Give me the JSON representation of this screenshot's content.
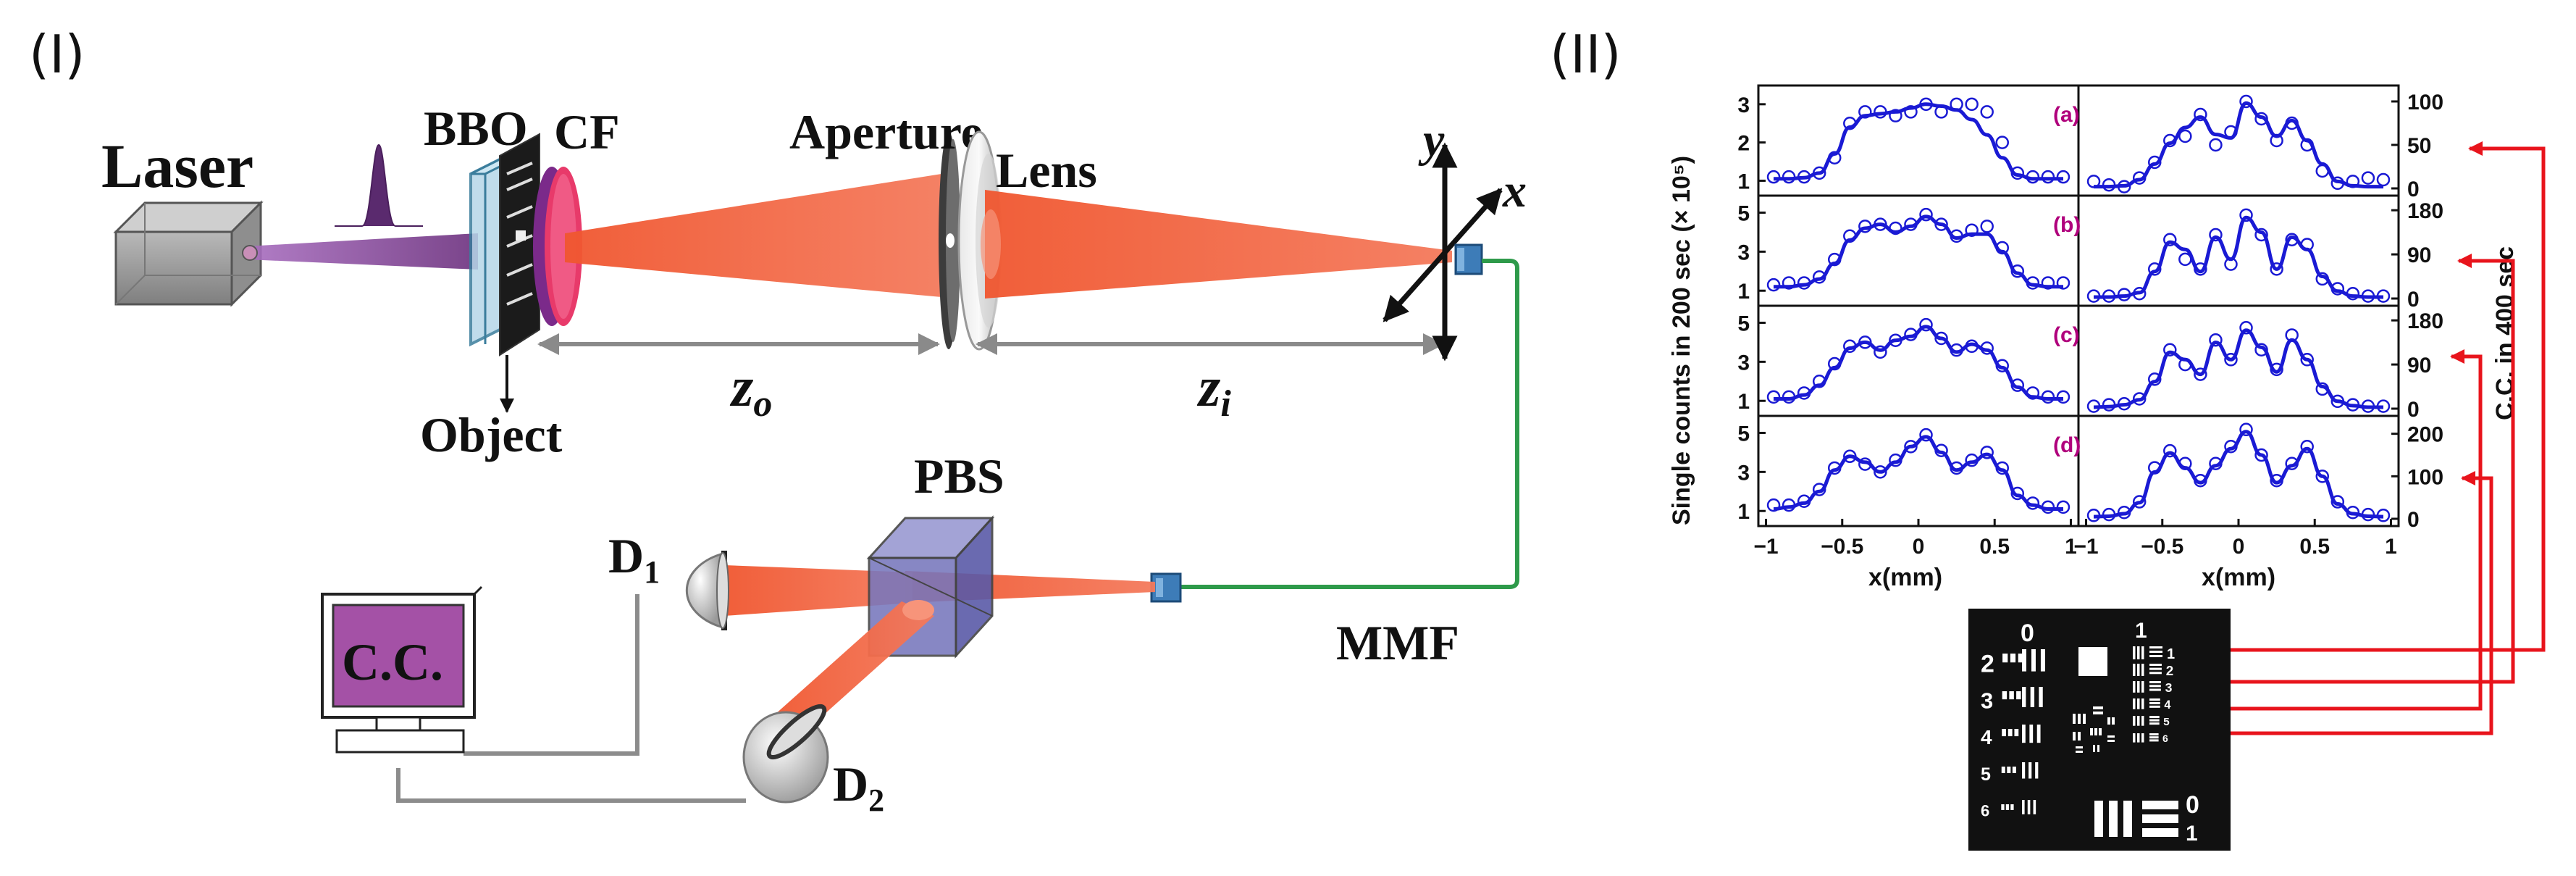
{
  "panel_labels": {
    "setup": "(I)",
    "plots": "(II)"
  },
  "setup": {
    "laser": "Laser",
    "bbo": "BBO",
    "cf": "CF",
    "aperture": "Aperture",
    "lens": "Lens",
    "object": "Object",
    "z_o": "z",
    "z_o_sub": "o",
    "z_i": "z",
    "z_i_sub": "i",
    "y_axis": "y",
    "x_axis": "x",
    "pbs": "PBS",
    "d1": "D",
    "d1_sub": "1",
    "d2": "D",
    "d2_sub": "2",
    "cc": "C.C.",
    "mmf": "MMF",
    "colors": {
      "beam": "#f26a4b",
      "pump": "#7a3f8c",
      "fiber": "#2e9a4a",
      "cube": "#6f6fb8",
      "cc_screen": "#a451a6"
    }
  },
  "plots": {
    "ylabel_left": "Single counts in 200 sec (× 10⁵)",
    "ylabel_right": "C.C. in 400 sec",
    "xlabel_left": "x(mm)",
    "xlabel_right": "x(mm)",
    "xticks_left": [
      "−1",
      "−0.5",
      "0",
      "0.5",
      "1"
    ],
    "xticks_right": [
      "−1",
      "−0.5",
      "0",
      "0.5",
      "1"
    ],
    "rows": [
      {
        "label": "(a)",
        "left_ticks": [
          "1",
          "2",
          "3"
        ],
        "right_ticks": [
          "0",
          "50",
          "100"
        ]
      },
      {
        "label": "(b)",
        "left_ticks": [
          "1",
          "3",
          "5"
        ],
        "right_ticks": [
          "0",
          "90",
          "180"
        ]
      },
      {
        "label": "(c)",
        "left_ticks": [
          "1",
          "3",
          "5"
        ],
        "right_ticks": [
          "0",
          "90",
          "180"
        ]
      },
      {
        "label": "(d)",
        "left_ticks": [
          "1",
          "3",
          "5"
        ],
        "right_ticks": [
          "0",
          "100",
          "200"
        ]
      }
    ],
    "colors": {
      "fit": "#1a1ad4",
      "data": "#1a1ad4",
      "arrow": "#e8141c",
      "target_bg": "#111111"
    }
  },
  "chart_data": [
    {
      "type": "line",
      "panel": "(a) single counts",
      "x": [
        -0.95,
        -0.85,
        -0.75,
        -0.65,
        -0.55,
        -0.45,
        -0.35,
        -0.25,
        -0.15,
        -0.05,
        0.05,
        0.15,
        0.25,
        0.35,
        0.45,
        0.55,
        0.65,
        0.75,
        0.85,
        0.95
      ],
      "data": [
        1.1,
        1.1,
        1.1,
        1.2,
        1.6,
        2.5,
        2.8,
        2.8,
        2.7,
        2.8,
        3.0,
        2.8,
        3.0,
        3.0,
        2.8,
        2.0,
        1.2,
        1.1,
        1.1,
        1.1
      ],
      "fit": [
        1.05,
        1.05,
        1.08,
        1.2,
        1.7,
        2.4,
        2.7,
        2.75,
        2.8,
        2.9,
        3.0,
        2.95,
        2.85,
        2.6,
        2.2,
        1.6,
        1.15,
        1.05,
        1.05,
        1.05
      ],
      "ylim": [
        0.8,
        3.3
      ]
    },
    {
      "type": "line",
      "panel": "(a) coincidence counts",
      "x": [
        -0.95,
        -0.85,
        -0.75,
        -0.65,
        -0.55,
        -0.45,
        -0.35,
        -0.25,
        -0.15,
        -0.05,
        0.05,
        0.15,
        0.25,
        0.35,
        0.45,
        0.55,
        0.65,
        0.75,
        0.85,
        0.95
      ],
      "data": [
        8,
        4,
        2,
        12,
        30,
        55,
        60,
        85,
        50,
        65,
        100,
        80,
        55,
        75,
        50,
        20,
        6,
        8,
        12,
        10
      ],
      "fit": [
        2,
        2,
        3,
        10,
        28,
        52,
        70,
        82,
        62,
        58,
        98,
        82,
        60,
        78,
        55,
        28,
        8,
        3,
        2,
        2
      ],
      "ylim": [
        0,
        110
      ]
    },
    {
      "type": "line",
      "panel": "(b) single counts",
      "x": [
        -0.95,
        -0.85,
        -0.75,
        -0.65,
        -0.55,
        -0.45,
        -0.35,
        -0.25,
        -0.15,
        -0.05,
        0.05,
        0.15,
        0.25,
        0.35,
        0.45,
        0.55,
        0.65,
        0.75,
        0.85,
        0.95
      ],
      "data": [
        1.3,
        1.4,
        1.4,
        1.7,
        2.6,
        3.8,
        4.3,
        4.4,
        4.2,
        4.4,
        4.9,
        4.4,
        3.8,
        4.1,
        4.3,
        3.2,
        2.0,
        1.4,
        1.4,
        1.4
      ],
      "fit": [
        1.2,
        1.2,
        1.3,
        1.6,
        2.4,
        3.6,
        4.2,
        4.4,
        4.0,
        4.3,
        4.8,
        4.4,
        3.7,
        3.9,
        3.9,
        3.0,
        1.9,
        1.3,
        1.2,
        1.2
      ],
      "ylim": [
        0.6,
        5.5
      ]
    },
    {
      "type": "line",
      "panel": "(b) coincidence counts",
      "x": [
        -0.95,
        -0.85,
        -0.75,
        -0.65,
        -0.55,
        -0.45,
        -0.35,
        -0.25,
        -0.15,
        -0.05,
        0.05,
        0.15,
        0.25,
        0.35,
        0.45,
        0.55,
        0.65,
        0.75,
        0.85,
        0.95
      ],
      "data": [
        5,
        5,
        8,
        10,
        60,
        120,
        80,
        60,
        130,
        70,
        170,
        130,
        60,
        120,
        110,
        40,
        20,
        10,
        5,
        5
      ],
      "fit": [
        3,
        3,
        5,
        12,
        55,
        115,
        100,
        55,
        125,
        80,
        165,
        135,
        60,
        125,
        100,
        45,
        15,
        5,
        3,
        3
      ],
      "ylim": [
        0,
        195
      ]
    },
    {
      "type": "line",
      "panel": "(c) single counts",
      "x": [
        -0.95,
        -0.85,
        -0.75,
        -0.65,
        -0.55,
        -0.45,
        -0.35,
        -0.25,
        -0.15,
        -0.05,
        0.05,
        0.15,
        0.25,
        0.35,
        0.45,
        0.55,
        0.65,
        0.75,
        0.85,
        0.95
      ],
      "data": [
        1.2,
        1.2,
        1.4,
        2.0,
        2.9,
        3.8,
        4.0,
        3.5,
        4.1,
        4.4,
        4.9,
        4.2,
        3.6,
        3.8,
        3.7,
        2.8,
        1.8,
        1.4,
        1.2,
        1.2
      ],
      "fit": [
        1.1,
        1.1,
        1.3,
        1.8,
        2.7,
        3.7,
        4.0,
        3.6,
        4.1,
        4.3,
        4.8,
        4.2,
        3.5,
        3.9,
        3.6,
        2.7,
        1.7,
        1.2,
        1.1,
        1.1
      ],
      "ylim": [
        0.6,
        5.5
      ]
    },
    {
      "type": "line",
      "panel": "(c) coincidence counts",
      "x": [
        -0.95,
        -0.85,
        -0.75,
        -0.65,
        -0.55,
        -0.45,
        -0.35,
        -0.25,
        -0.15,
        -0.05,
        0.05,
        0.15,
        0.25,
        0.35,
        0.45,
        0.55,
        0.65,
        0.75,
        0.85,
        0.95
      ],
      "data": [
        5,
        8,
        10,
        20,
        60,
        120,
        90,
        70,
        140,
        100,
        165,
        120,
        80,
        150,
        100,
        40,
        15,
        8,
        5,
        5
      ],
      "fit": [
        3,
        4,
        8,
        18,
        55,
        115,
        100,
        70,
        135,
        100,
        160,
        125,
        75,
        140,
        100,
        45,
        15,
        6,
        3,
        3
      ],
      "ylim": [
        0,
        195
      ]
    },
    {
      "type": "line",
      "panel": "(d) single counts",
      "x": [
        -0.95,
        -0.85,
        -0.75,
        -0.65,
        -0.55,
        -0.45,
        -0.35,
        -0.25,
        -0.15,
        -0.05,
        0.05,
        0.15,
        0.25,
        0.35,
        0.45,
        0.55,
        0.65,
        0.75,
        0.85,
        0.95
      ],
      "data": [
        1.3,
        1.3,
        1.5,
        2.1,
        3.2,
        3.8,
        3.4,
        3.0,
        3.6,
        4.3,
        4.9,
        4.1,
        3.2,
        3.6,
        4.0,
        3.2,
        1.9,
        1.4,
        1.2,
        1.2
      ],
      "fit": [
        1.1,
        1.2,
        1.4,
        2.0,
        3.1,
        3.8,
        3.5,
        3.0,
        3.5,
        4.3,
        4.8,
        4.0,
        3.1,
        3.5,
        3.9,
        3.1,
        1.8,
        1.3,
        1.1,
        1.1
      ],
      "ylim": [
        0.6,
        5.5
      ]
    },
    {
      "type": "line",
      "panel": "(d) coincidence counts",
      "x": [
        -0.95,
        -0.85,
        -0.75,
        -0.65,
        -0.55,
        -0.45,
        -0.35,
        -0.25,
        -0.15,
        -0.05,
        0.05,
        0.15,
        0.25,
        0.35,
        0.45,
        0.55,
        0.65,
        0.75,
        0.85,
        0.95
      ],
      "data": [
        8,
        10,
        15,
        40,
        120,
        160,
        130,
        90,
        130,
        170,
        210,
        150,
        90,
        130,
        170,
        100,
        40,
        15,
        10,
        8
      ],
      "fit": [
        5,
        6,
        12,
        38,
        110,
        155,
        120,
        85,
        125,
        165,
        205,
        150,
        85,
        125,
        165,
        100,
        35,
        12,
        6,
        5
      ],
      "ylim": [
        0,
        225
      ]
    }
  ],
  "target": {
    "group0": "0",
    "group1": "1",
    "group0_bottom": "0",
    "group1_bottom": "1",
    "left_elements": [
      "2",
      "3",
      "4",
      "5",
      "6"
    ],
    "right_elements": [
      "1",
      "2",
      "3",
      "4",
      "5",
      "6"
    ]
  }
}
